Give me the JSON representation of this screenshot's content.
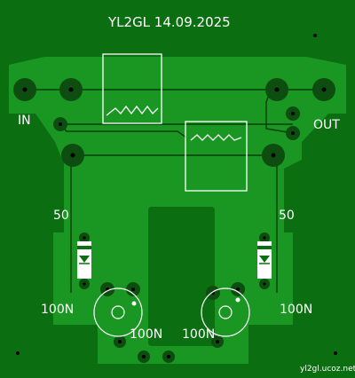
{
  "board": {
    "title": "YL2GL  14.09.2025",
    "watermark": "yl2gl.ucoz.net",
    "colors": {
      "board": "#0b6e11",
      "copper": "#1a9622",
      "trace": "#0a3d0a",
      "pad": "#0d4d10",
      "silkscreen": "#ffffff"
    }
  },
  "labels": {
    "in": "IN",
    "out": "OUT",
    "res_left": "50",
    "res_right": "50",
    "cap_left_outer": "100N",
    "cap_left_inner": "100N",
    "cap_right_inner": "100N",
    "cap_right_outer": "100N"
  }
}
